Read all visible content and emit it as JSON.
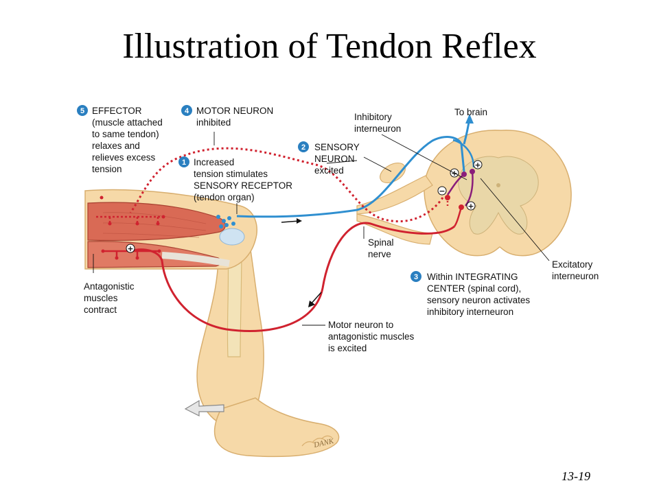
{
  "slide": {
    "title": "Illustration of Tendon Reflex",
    "number": "13-19"
  },
  "steps": [
    {
      "badge": "1",
      "lines": [
        "Increased",
        "tension stimulates",
        "SENSORY RECEPTOR",
        "(tendon organ)"
      ]
    },
    {
      "badge": "2",
      "lines": [
        "SENSORY",
        "NEURON",
        "excited"
      ]
    },
    {
      "badge": "3",
      "lines": [
        "Within INTEGRATING",
        "CENTER (spinal cord),",
        "sensory neuron activates",
        "inhibitory interneuron"
      ]
    },
    {
      "badge": "4",
      "lines": [
        "MOTOR NEURON",
        "inhibited"
      ]
    },
    {
      "badge": "5",
      "lines": [
        "EFFECTOR",
        "(muscle attached",
        "to same tendon)",
        "relaxes and",
        "relieves excess",
        "tension"
      ]
    }
  ],
  "labels": {
    "inhibitory_interneuron": [
      "Inhibitory",
      "interneuron"
    ],
    "to_brain": "To brain",
    "spinal_nerve": [
      "Spinal",
      "nerve"
    ],
    "excitatory_interneuron": [
      "Excitatory",
      "interneuron"
    ],
    "antagonistic": [
      "Antagonistic",
      "muscles",
      "contract"
    ],
    "motor_antagonist": [
      "Motor neuron to",
      "antagonistic muscles",
      "is excited"
    ]
  },
  "symbols": {
    "plus": "+",
    "minus": "−"
  },
  "signature": "DANK",
  "colors": {
    "sensory": "#2f8fd0",
    "motor": "#d0222f",
    "interneuron": "#8a1d7a",
    "skin": "#f6d9a8",
    "skin_edge": "#d8ae6e",
    "muscle": "#d96a55",
    "bone": "#f3e3b8",
    "cord_gray": "#e9d7a8",
    "badge": "#2a7fc0"
  }
}
